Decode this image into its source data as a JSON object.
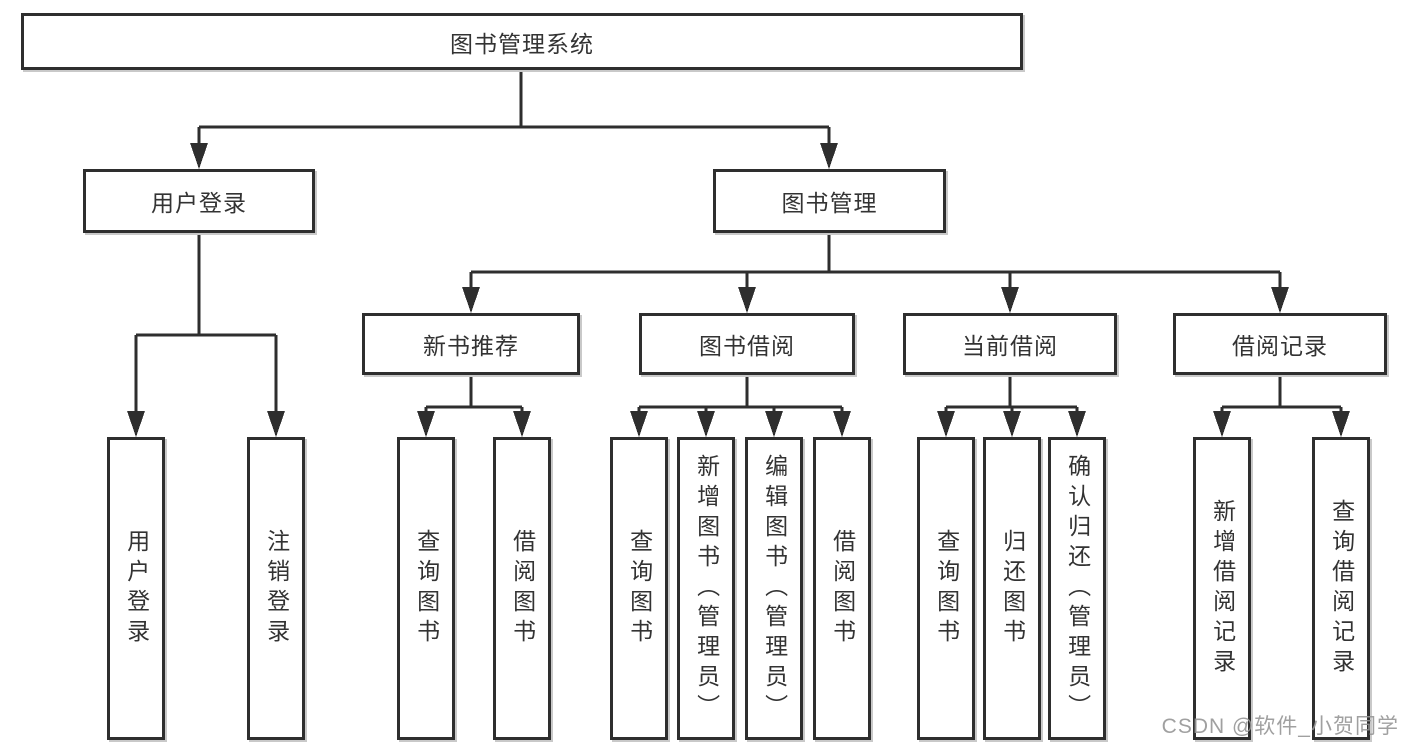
{
  "tree": {
    "label": "图书管理系统",
    "children": [
      {
        "label": "用户登录",
        "children": [
          {
            "label": "用户登录"
          },
          {
            "label": "注销登录"
          }
        ]
      },
      {
        "label": "图书管理",
        "children": [
          {
            "label": "新书推荐",
            "children": [
              {
                "label": "查询图书"
              },
              {
                "label": "借阅图书"
              }
            ]
          },
          {
            "label": "图书借阅",
            "children": [
              {
                "label": "查询图书"
              },
              {
                "label": "新增图书（管理员）"
              },
              {
                "label": "编辑图书（管理员）"
              },
              {
                "label": "借阅图书"
              }
            ]
          },
          {
            "label": "当前借阅",
            "children": [
              {
                "label": "查询图书"
              },
              {
                "label": "归还图书"
              },
              {
                "label": "确认归还（管理员）"
              }
            ]
          },
          {
            "label": "借阅记录",
            "children": [
              {
                "label": "新增借阅记录"
              },
              {
                "label": "查询借阅记录"
              }
            ]
          }
        ]
      }
    ]
  },
  "watermark": "CSDN @软件_小贺同学",
  "colors": {
    "line": "#2e2e2e",
    "text": "#333333",
    "watermark": "#969696",
    "background": "#ffffff"
  }
}
